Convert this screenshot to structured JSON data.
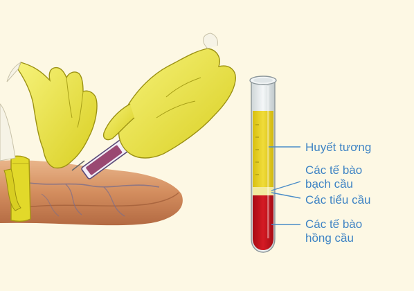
{
  "colors": {
    "background": "#fdf8e4",
    "label_text": "#3e83c4",
    "plasma": "#e8d21c",
    "buffy_coat": "#f2eaa0",
    "red_cells": "#c8141e",
    "glove": "#f0ea42",
    "skin": "#d99a6c"
  },
  "labels": {
    "plasma": "Huyết tương",
    "white_cells_1": "Các tế bào",
    "white_cells_2": "bạch cầu",
    "platelets": "Các tiểu cầu",
    "red_cells_1": "Các tế bào",
    "red_cells_2": "hồng cầu"
  },
  "icons": [
    "arm-illustration",
    "gloved-hands",
    "syringe",
    "test-tube"
  ]
}
